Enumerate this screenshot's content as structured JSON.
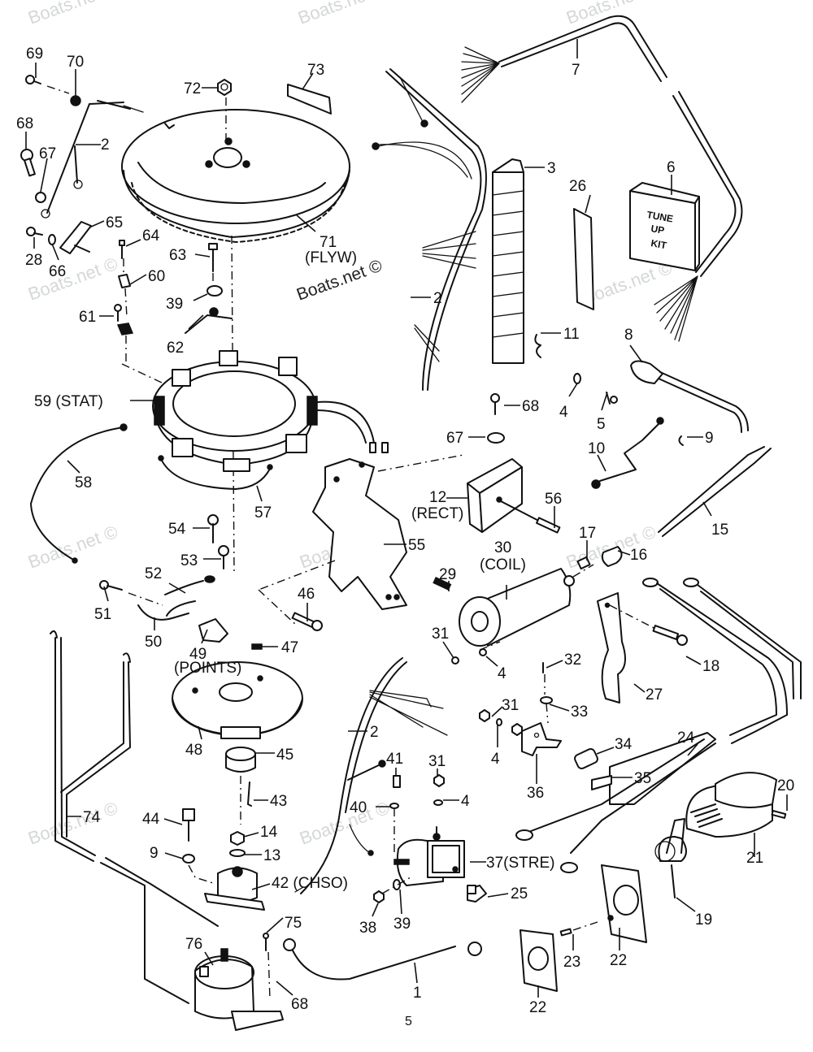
{
  "diagram": {
    "page_number": "5",
    "watermark": "Boats.net ©",
    "tune_up_kit_text": [
      "TUNE",
      "UP",
      "KIT"
    ],
    "callouts": [
      {
        "id": "c69",
        "label": "69"
      },
      {
        "id": "c70",
        "label": "70"
      },
      {
        "id": "c72",
        "label": "72"
      },
      {
        "id": "c73",
        "label": "73"
      },
      {
        "id": "c68a",
        "label": "68"
      },
      {
        "id": "c67a",
        "label": "67"
      },
      {
        "id": "c2a",
        "label": "2"
      },
      {
        "id": "c65",
        "label": "65"
      },
      {
        "id": "c28",
        "label": "28"
      },
      {
        "id": "c66",
        "label": "66"
      },
      {
        "id": "c64",
        "label": "64"
      },
      {
        "id": "c63",
        "label": "63"
      },
      {
        "id": "c71",
        "label": "71"
      },
      {
        "id": "c71n",
        "label": "(FLYW)"
      },
      {
        "id": "c60",
        "label": "60"
      },
      {
        "id": "c39a",
        "label": "39"
      },
      {
        "id": "c61",
        "label": "61"
      },
      {
        "id": "c62",
        "label": "62"
      },
      {
        "id": "c7",
        "label": "7"
      },
      {
        "id": "c3",
        "label": "3"
      },
      {
        "id": "c26",
        "label": "26"
      },
      {
        "id": "c6",
        "label": "6"
      },
      {
        "id": "c2b",
        "label": "2"
      },
      {
        "id": "c11",
        "label": "11"
      },
      {
        "id": "c8",
        "label": "8"
      },
      {
        "id": "c59",
        "label": "59 (STAT)"
      },
      {
        "id": "c58",
        "label": "58"
      },
      {
        "id": "c57",
        "label": "57"
      },
      {
        "id": "c68b",
        "label": "68"
      },
      {
        "id": "c4a",
        "label": "4"
      },
      {
        "id": "c5",
        "label": "5"
      },
      {
        "id": "c67b",
        "label": "67"
      },
      {
        "id": "c9a",
        "label": "9"
      },
      {
        "id": "c10",
        "label": "10"
      },
      {
        "id": "c12",
        "label": "12"
      },
      {
        "id": "c12n",
        "label": "(RECT)"
      },
      {
        "id": "c56",
        "label": "56"
      },
      {
        "id": "c15",
        "label": "15"
      },
      {
        "id": "c55",
        "label": "55"
      },
      {
        "id": "c54",
        "label": "54"
      },
      {
        "id": "c53",
        "label": "53"
      },
      {
        "id": "c52",
        "label": "52"
      },
      {
        "id": "c51",
        "label": "51"
      },
      {
        "id": "c50",
        "label": "50"
      },
      {
        "id": "c49",
        "label": "49"
      },
      {
        "id": "c49n",
        "label": "(POINTS)"
      },
      {
        "id": "c47",
        "label": "47"
      },
      {
        "id": "c46",
        "label": "46"
      },
      {
        "id": "c29",
        "label": "29"
      },
      {
        "id": "c30",
        "label": "30"
      },
      {
        "id": "c30n",
        "label": "(COIL)"
      },
      {
        "id": "c17",
        "label": "17"
      },
      {
        "id": "c16",
        "label": "16"
      },
      {
        "id": "c31a",
        "label": "31"
      },
      {
        "id": "c4b",
        "label": "4"
      },
      {
        "id": "c32",
        "label": "32"
      },
      {
        "id": "c27",
        "label": "27"
      },
      {
        "id": "c18",
        "label": "18"
      },
      {
        "id": "c33",
        "label": "33"
      },
      {
        "id": "c31b",
        "label": "31"
      },
      {
        "id": "c4c",
        "label": "4"
      },
      {
        "id": "c36",
        "label": "36"
      },
      {
        "id": "c34",
        "label": "34"
      },
      {
        "id": "c35",
        "label": "35"
      },
      {
        "id": "c24",
        "label": "24"
      },
      {
        "id": "c48",
        "label": "48"
      },
      {
        "id": "c45",
        "label": "45"
      },
      {
        "id": "c2c",
        "label": "2"
      },
      {
        "id": "c41",
        "label": "41"
      },
      {
        "id": "c31c",
        "label": "31"
      },
      {
        "id": "c4d",
        "label": "4"
      },
      {
        "id": "c40",
        "label": "40"
      },
      {
        "id": "c43",
        "label": "43"
      },
      {
        "id": "c74",
        "label": "74"
      },
      {
        "id": "c44",
        "label": "44"
      },
      {
        "id": "c14",
        "label": "14"
      },
      {
        "id": "c9b",
        "label": "9"
      },
      {
        "id": "c13",
        "label": "13"
      },
      {
        "id": "c42",
        "label": "42 (CHSO)"
      },
      {
        "id": "c37",
        "label": "37(STRE)"
      },
      {
        "id": "c25",
        "label": "25"
      },
      {
        "id": "c38",
        "label": "38"
      },
      {
        "id": "c39b",
        "label": "39"
      },
      {
        "id": "c20",
        "label": "20"
      },
      {
        "id": "c21",
        "label": "21"
      },
      {
        "id": "c19",
        "label": "19"
      },
      {
        "id": "c22a",
        "label": "22"
      },
      {
        "id": "c23",
        "label": "23"
      },
      {
        "id": "c22b",
        "label": "22"
      },
      {
        "id": "c75",
        "label": "75"
      },
      {
        "id": "c76",
        "label": "76"
      },
      {
        "id": "c68c",
        "label": "68"
      },
      {
        "id": "c1",
        "label": "1"
      }
    ]
  }
}
